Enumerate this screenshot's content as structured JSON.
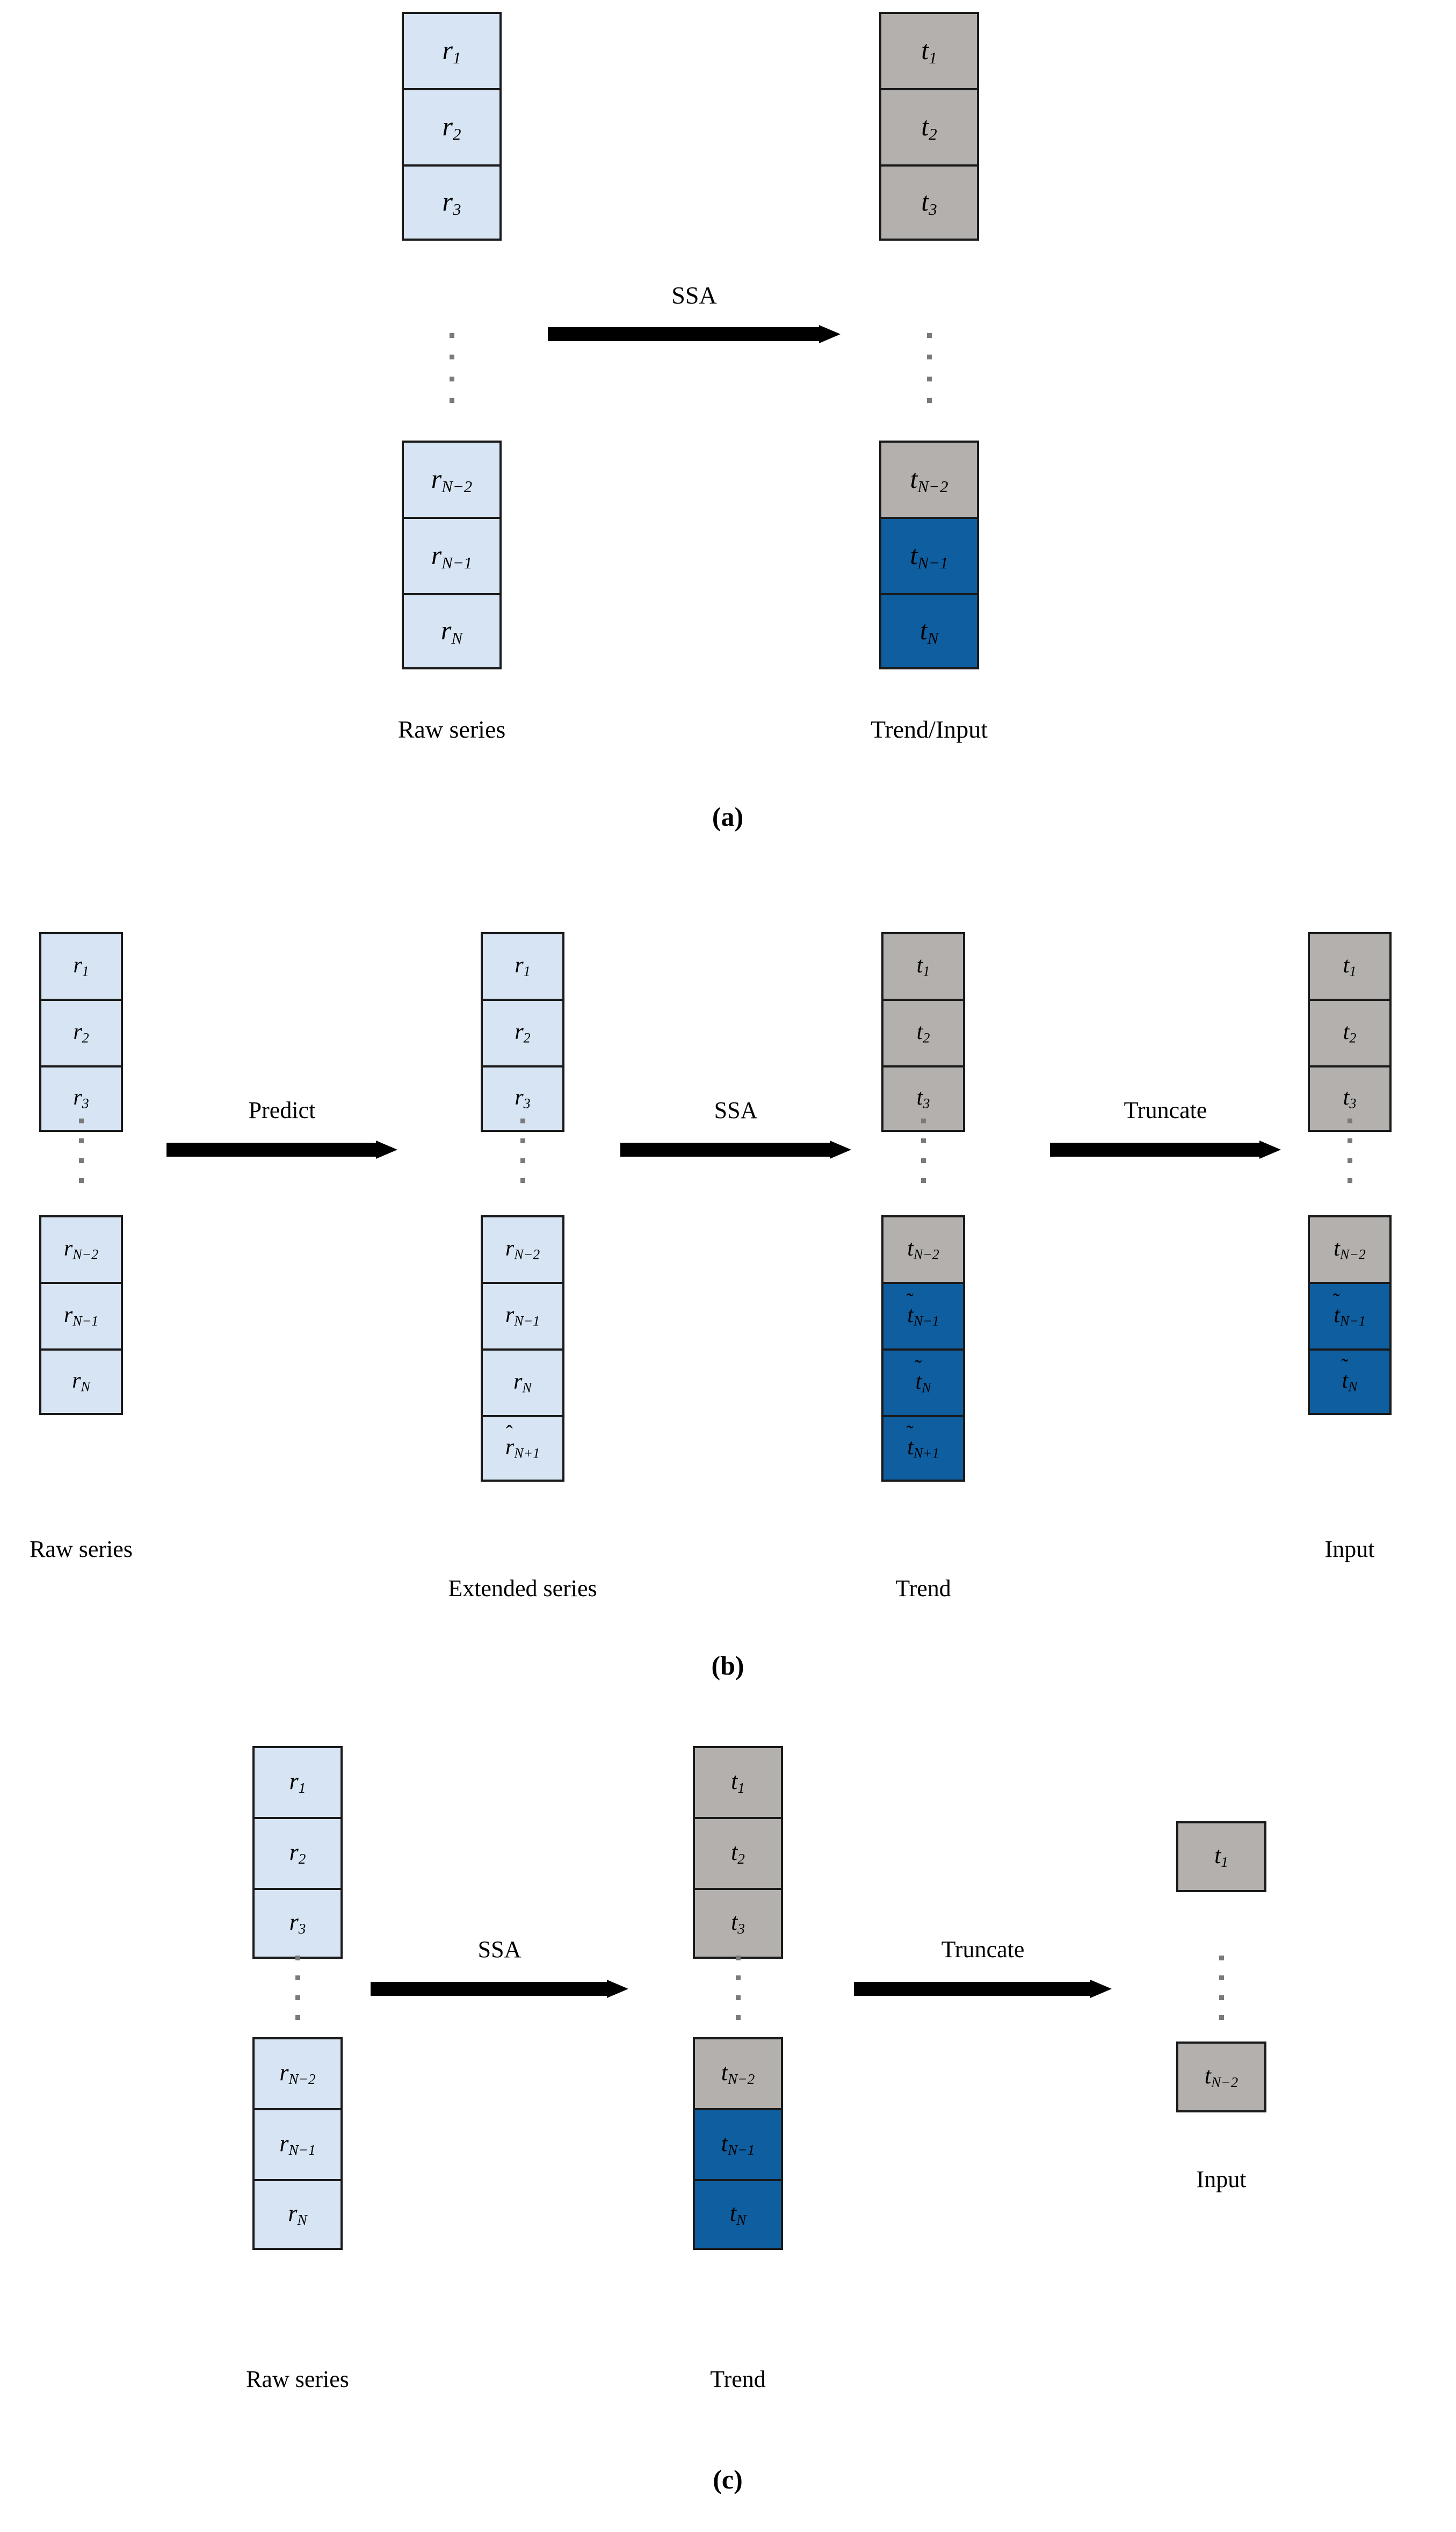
{
  "figure": {
    "type": "diagram",
    "description": "Three-panel schematic of SSA-based trend extraction pipelines",
    "colors": {
      "raw_series_fill": "#d7e4f4",
      "trend_fill": "#b3b0ad",
      "highlight_fill": "#0f5ea0",
      "border": "#1a1a1a",
      "arrow": "#000000",
      "dots": "#7a7a7a"
    }
  },
  "panels": [
    {
      "id": "a",
      "label": "(a)",
      "columns": [
        {
          "name": "raw-series",
          "caption": "Raw series",
          "top_cells": [
            {
              "base": "r",
              "sub": "1",
              "accent": "",
              "fill": "blue"
            },
            {
              "base": "r",
              "sub": "2",
              "accent": "",
              "fill": "blue"
            },
            {
              "base": "r",
              "sub": "3",
              "accent": "",
              "fill": "blue"
            }
          ],
          "bottom_cells": [
            {
              "base": "r",
              "sub": "N−2",
              "accent": "",
              "fill": "blue"
            },
            {
              "base": "r",
              "sub": "N−1",
              "accent": "",
              "fill": "blue"
            },
            {
              "base": "r",
              "sub": "N",
              "accent": "",
              "fill": "blue"
            }
          ]
        },
        {
          "name": "trend-input",
          "caption": "Trend/Input",
          "top_cells": [
            {
              "base": "t",
              "sub": "1",
              "accent": "",
              "fill": "gray"
            },
            {
              "base": "t",
              "sub": "2",
              "accent": "",
              "fill": "gray"
            },
            {
              "base": "t",
              "sub": "3",
              "accent": "",
              "fill": "gray"
            }
          ],
          "bottom_cells": [
            {
              "base": "t",
              "sub": "N−2",
              "accent": "",
              "fill": "gray"
            },
            {
              "base": "t",
              "sub": "N−1",
              "accent": "",
              "fill": "navy"
            },
            {
              "base": "t",
              "sub": "N",
              "accent": "",
              "fill": "navy"
            }
          ]
        }
      ],
      "arrows": [
        {
          "label": "SSA"
        }
      ]
    },
    {
      "id": "b",
      "label": "(b)",
      "columns": [
        {
          "name": "raw-series",
          "caption": "Raw series",
          "top_cells": [
            {
              "base": "r",
              "sub": "1",
              "accent": "",
              "fill": "blue"
            },
            {
              "base": "r",
              "sub": "2",
              "accent": "",
              "fill": "blue"
            },
            {
              "base": "r",
              "sub": "3",
              "accent": "",
              "fill": "blue"
            }
          ],
          "bottom_cells": [
            {
              "base": "r",
              "sub": "N−2",
              "accent": "",
              "fill": "blue"
            },
            {
              "base": "r",
              "sub": "N−1",
              "accent": "",
              "fill": "blue"
            },
            {
              "base": "r",
              "sub": "N",
              "accent": "",
              "fill": "blue"
            }
          ]
        },
        {
          "name": "extended-series",
          "caption": "Extended series",
          "top_cells": [
            {
              "base": "r",
              "sub": "1",
              "accent": "",
              "fill": "blue"
            },
            {
              "base": "r",
              "sub": "2",
              "accent": "",
              "fill": "blue"
            },
            {
              "base": "r",
              "sub": "3",
              "accent": "",
              "fill": "blue"
            }
          ],
          "bottom_cells": [
            {
              "base": "r",
              "sub": "N−2",
              "accent": "",
              "fill": "blue"
            },
            {
              "base": "r",
              "sub": "N−1",
              "accent": "",
              "fill": "blue"
            },
            {
              "base": "r",
              "sub": "N",
              "accent": "",
              "fill": "blue"
            },
            {
              "base": "r",
              "sub": "N+1",
              "accent": "̂",
              "fill": "blue"
            }
          ]
        },
        {
          "name": "trend",
          "caption": "Trend",
          "top_cells": [
            {
              "base": "t",
              "sub": "1",
              "accent": "",
              "fill": "gray"
            },
            {
              "base": "t",
              "sub": "2",
              "accent": "",
              "fill": "gray"
            },
            {
              "base": "t",
              "sub": "3",
              "accent": "",
              "fill": "gray"
            }
          ],
          "bottom_cells": [
            {
              "base": "t",
              "sub": "N−2",
              "accent": "",
              "fill": "gray"
            },
            {
              "base": "t",
              "sub": "N−1",
              "accent": "̃",
              "fill": "navy"
            },
            {
              "base": "t",
              "sub": "N",
              "accent": "̃",
              "fill": "navy"
            },
            {
              "base": "t",
              "sub": "N+1",
              "accent": "̃",
              "fill": "navy"
            }
          ]
        },
        {
          "name": "input",
          "caption": "Input",
          "top_cells": [
            {
              "base": "t",
              "sub": "1",
              "accent": "",
              "fill": "gray"
            },
            {
              "base": "t",
              "sub": "2",
              "accent": "",
              "fill": "gray"
            },
            {
              "base": "t",
              "sub": "3",
              "accent": "",
              "fill": "gray"
            }
          ],
          "bottom_cells": [
            {
              "base": "t",
              "sub": "N−2",
              "accent": "",
              "fill": "gray"
            },
            {
              "base": "t",
              "sub": "N−1",
              "accent": "̃",
              "fill": "navy"
            },
            {
              "base": "t",
              "sub": "N",
              "accent": "̃",
              "fill": "navy"
            }
          ]
        }
      ],
      "arrows": [
        {
          "label": "Predict"
        },
        {
          "label": "SSA"
        },
        {
          "label": "Truncate"
        }
      ]
    },
    {
      "id": "c",
      "label": "(c)",
      "columns": [
        {
          "name": "raw-series",
          "caption": "Raw series",
          "top_cells": [
            {
              "base": "r",
              "sub": "1",
              "accent": "",
              "fill": "blue"
            },
            {
              "base": "r",
              "sub": "2",
              "accent": "",
              "fill": "blue"
            },
            {
              "base": "r",
              "sub": "3",
              "accent": "",
              "fill": "blue"
            }
          ],
          "bottom_cells": [
            {
              "base": "r",
              "sub": "N−2",
              "accent": "",
              "fill": "blue"
            },
            {
              "base": "r",
              "sub": "N−1",
              "accent": "",
              "fill": "blue"
            },
            {
              "base": "r",
              "sub": "N",
              "accent": "",
              "fill": "blue"
            }
          ]
        },
        {
          "name": "trend",
          "caption": "Trend",
          "top_cells": [
            {
              "base": "t",
              "sub": "1",
              "accent": "",
              "fill": "gray"
            },
            {
              "base": "t",
              "sub": "2",
              "accent": "",
              "fill": "gray"
            },
            {
              "base": "t",
              "sub": "3",
              "accent": "",
              "fill": "gray"
            }
          ],
          "bottom_cells": [
            {
              "base": "t",
              "sub": "N−2",
              "accent": "",
              "fill": "gray"
            },
            {
              "base": "t",
              "sub": "N−1",
              "accent": "",
              "fill": "navy"
            },
            {
              "base": "t",
              "sub": "N",
              "accent": "",
              "fill": "navy"
            }
          ]
        },
        {
          "name": "input",
          "caption": "Input",
          "top_cells": [
            {
              "base": "t",
              "sub": "1",
              "accent": "",
              "fill": "gray"
            }
          ],
          "bottom_cells": [
            {
              "base": "t",
              "sub": "N−2",
              "accent": "",
              "fill": "gray"
            }
          ]
        }
      ],
      "arrows": [
        {
          "label": "SSA"
        },
        {
          "label": "Truncate"
        }
      ]
    }
  ]
}
